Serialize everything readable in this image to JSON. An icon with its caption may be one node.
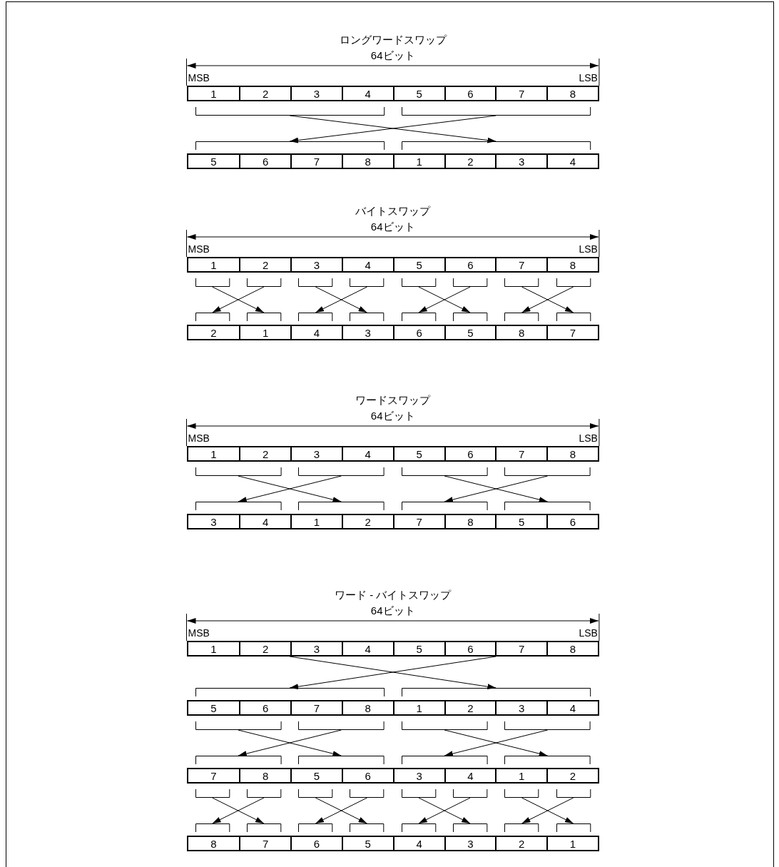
{
  "diagram": {
    "nodes": [
      {
        "text": [],
        "shape": "bar"
      },
      {
        "text": [
          "1"
        ],
        "in": 0
      },
      {
        "text": [
          "2"
        ],
        "in": 0
      },
      {
        "text": [
          "3"
        ],
        "in": 0
      },
      {
        "text": [
          "4"
        ],
        "in": 0
      },
      {
        "text": [
          "5"
        ],
        "in": 0
      },
      {
        "text": [
          "6"
        ],
        "in": 0
      },
      {
        "text": [
          "7"
        ],
        "in": 0
      },
      {
        "text": [
          "8"
        ],
        "in": 0
      },
      {
        "text": [],
        "shape": "bracket"
      },
      {
        "text": [],
        "shape": "bracket"
      },
      {
        "text": [],
        "shape": "bracket"
      },
      {
        "text": [],
        "shape": "bracket"
      },
      {
        "text": [],
        "shape": "bar"
      },
      {
        "text": [
          "5"
        ],
        "in": 13
      },
      {
        "text": [
          "6"
        ],
        "in": 13
      },
      {
        "text": [
          "7"
        ],
        "in": 13
      },
      {
        "text": [
          "8"
        ],
        "in": 13
      },
      {
        "text": [
          "1"
        ],
        "in": 13
      },
      {
        "text": [
          "2"
        ],
        "in": 13
      },
      {
        "text": [
          "3"
        ],
        "in": 13
      },
      {
        "text": [
          "4"
        ],
        "in": 13
      },
      {
        "text": [],
        "shape": "bar"
      },
      {
        "text": [
          "1"
        ],
        "in": 22
      },
      {
        "text": [
          "2"
        ],
        "in": 22
      },
      {
        "text": [
          "3"
        ],
        "in": 22
      },
      {
        "text": [
          "4"
        ],
        "in": 22
      },
      {
        "text": [
          "5"
        ],
        "in": 22
      },
      {
        "text": [
          "6"
        ],
        "in": 22
      },
      {
        "text": [
          "7"
        ],
        "in": 22
      },
      {
        "text": [
          "8"
        ],
        "in": 22
      },
      {
        "text": [],
        "shape": "bracket"
      },
      {
        "text": [],
        "shape": "bracket"
      },
      {
        "text": [],
        "shape": "bracket"
      },
      {
        "text": [],
        "shape": "bracket"
      },
      {
        "text": [],
        "shape": "bracket"
      },
      {
        "text": [],
        "shape": "bracket"
      },
      {
        "text": [],
        "shape": "bracket"
      },
      {
        "text": [],
        "shape": "bracket"
      },
      {
        "text": [],
        "shape": "bracket"
      },
      {
        "text": [],
        "shape": "bracket"
      },
      {
        "text": [],
        "shape": "bracket"
      },
      {
        "text": [],
        "shape": "bracket"
      },
      {
        "text": [],
        "shape": "bracket"
      },
      {
        "text": [],
        "shape": "bracket"
      },
      {
        "text": [],
        "shape": "bracket"
      },
      {
        "text": [],
        "shape": "bracket"
      },
      {
        "text": [],
        "shape": "bar"
      },
      {
        "text": [
          "2"
        ],
        "in": 47
      },
      {
        "text": [
          "1"
        ],
        "in": 47
      },
      {
        "text": [
          "4"
        ],
        "in": 47
      },
      {
        "text": [
          "3"
        ],
        "in": 47
      },
      {
        "text": [
          "6"
        ],
        "in": 47
      },
      {
        "text": [
          "5"
        ],
        "in": 47
      },
      {
        "text": [
          "8"
        ],
        "in": 47
      },
      {
        "text": [
          "7"
        ],
        "in": 47
      },
      {
        "text": [],
        "shape": "bar"
      },
      {
        "text": [
          "1"
        ],
        "in": 56
      },
      {
        "text": [
          "2"
        ],
        "in": 56
      },
      {
        "text": [
          "3"
        ],
        "in": 56
      },
      {
        "text": [
          "4"
        ],
        "in": 56
      },
      {
        "text": [
          "5"
        ],
        "in": 56
      },
      {
        "text": [
          "6"
        ],
        "in": 56
      },
      {
        "text": [
          "7"
        ],
        "in": 56
      },
      {
        "text": [
          "8"
        ],
        "in": 56
      },
      {
        "text": [],
        "shape": "bracket"
      },
      {
        "text": [],
        "shape": "bracket"
      },
      {
        "text": [],
        "shape": "bracket"
      },
      {
        "text": [],
        "shape": "bracket"
      },
      {
        "text": [],
        "shape": "bracket"
      },
      {
        "text": [],
        "shape": "bracket"
      },
      {
        "text": [],
        "shape": "bracket"
      },
      {
        "text": [],
        "shape": "bracket"
      },
      {
        "text": [],
        "shape": "bar"
      },
      {
        "text": [
          "3"
        ],
        "in": 73
      },
      {
        "text": [
          "4"
        ],
        "in": 73
      },
      {
        "text": [
          "1"
        ],
        "in": 73
      },
      {
        "text": [
          "2"
        ],
        "in": 73
      },
      {
        "text": [
          "7"
        ],
        "in": 73
      },
      {
        "text": [
          "8"
        ],
        "in": 73
      },
      {
        "text": [
          "5"
        ],
        "in": 73
      },
      {
        "text": [
          "6"
        ],
        "in": 73
      },
      {
        "text": [],
        "shape": "bar"
      },
      {
        "text": [
          "1"
        ],
        "in": 82
      },
      {
        "text": [
          "2"
        ],
        "in": 82
      },
      {
        "text": [
          "3"
        ],
        "in": 82
      },
      {
        "text": [
          "4"
        ],
        "in": 82
      },
      {
        "text": [
          "5"
        ],
        "in": 82
      },
      {
        "text": [
          "6"
        ],
        "in": 82
      },
      {
        "text": [
          "7"
        ],
        "in": 82
      },
      {
        "text": [
          "8"
        ],
        "in": 82
      },
      {
        "text": [],
        "shape": "bracket"
      },
      {
        "text": [],
        "shape": "bracket"
      },
      {
        "text": [],
        "shape": "bar"
      },
      {
        "text": [
          "5"
        ],
        "in": 93
      },
      {
        "text": [
          "6"
        ],
        "in": 93
      },
      {
        "text": [
          "7"
        ],
        "in": 93
      },
      {
        "text": [
          "8"
        ],
        "in": 93
      },
      {
        "text": [
          "1"
        ],
        "in": 93
      },
      {
        "text": [
          "2"
        ],
        "in": 93
      },
      {
        "text": [
          "3"
        ],
        "in": 93
      },
      {
        "text": [
          "4"
        ],
        "in": 93
      },
      {
        "text": [],
        "shape": "bracket"
      },
      {
        "text": [],
        "shape": "bracket"
      },
      {
        "text": [],
        "shape": "bracket"
      },
      {
        "text": [],
        "shape": "bracket"
      },
      {
        "text": [],
        "shape": "bracket"
      },
      {
        "text": [],
        "shape": "bracket"
      },
      {
        "text": [],
        "shape": "bracket"
      },
      {
        "text": [],
        "shape": "bracket"
      },
      {
        "text": [],
        "shape": "bar"
      },
      {
        "text": [
          "7"
        ],
        "in": 110
      },
      {
        "text": [
          "8"
        ],
        "in": 110
      },
      {
        "text": [
          "5"
        ],
        "in": 110
      },
      {
        "text": [
          "6"
        ],
        "in": 110
      },
      {
        "text": [
          "3"
        ],
        "in": 110
      },
      {
        "text": [
          "4"
        ],
        "in": 110
      },
      {
        "text": [
          "1"
        ],
        "in": 110
      },
      {
        "text": [
          "2"
        ],
        "in": 110
      },
      {
        "text": [],
        "shape": "bracket"
      },
      {
        "text": [],
        "shape": "bracket"
      },
      {
        "text": [],
        "shape": "bracket"
      },
      {
        "text": [],
        "shape": "bracket"
      },
      {
        "text": [],
        "shape": "bracket"
      },
      {
        "text": [],
        "shape": "bracket"
      },
      {
        "text": [],
        "shape": "bracket"
      },
      {
        "text": [],
        "shape": "bracket"
      },
      {
        "text": [],
        "shape": "bracket"
      },
      {
        "text": [],
        "shape": "bracket"
      },
      {
        "text": [],
        "shape": "bracket"
      },
      {
        "text": [],
        "shape": "bracket"
      },
      {
        "text": [],
        "shape": "bracket"
      },
      {
        "text": [],
        "shape": "bracket"
      },
      {
        "text": [],
        "shape": "bracket"
      },
      {
        "text": [],
        "shape": "bracket"
      },
      {
        "text": [],
        "shape": "bar"
      },
      {
        "text": [
          "8"
        ],
        "in": 135
      },
      {
        "text": [
          "7"
        ],
        "in": 135
      },
      {
        "text": [
          "6"
        ],
        "in": 135
      },
      {
        "text": [
          "5"
        ],
        "in": 135
      },
      {
        "text": [
          "4"
        ],
        "in": 135
      },
      {
        "text": [
          "3"
        ],
        "in": 135
      },
      {
        "text": [
          "2"
        ],
        "in": 135
      },
      {
        "text": [
          "1"
        ],
        "in": 135
      }
    ],
    "edges": [
      {
        "from": 9,
        "to": 12,
        "arrow": "to"
      },
      {
        "from": 10,
        "to": 11,
        "arrow": "to"
      },
      {
        "from": 31,
        "to": 40,
        "arrow": "to"
      },
      {
        "from": 32,
        "to": 39,
        "arrow": "to"
      },
      {
        "from": 33,
        "to": 42,
        "arrow": "to"
      },
      {
        "from": 34,
        "to": 41,
        "arrow": "to"
      },
      {
        "from": 35,
        "to": 44,
        "arrow": "to"
      },
      {
        "from": 36,
        "to": 43,
        "arrow": "to"
      },
      {
        "from": 37,
        "to": 46,
        "arrow": "to"
      },
      {
        "from": 38,
        "to": 45,
        "arrow": "to"
      },
      {
        "from": 65,
        "to": 70,
        "arrow": "to"
      },
      {
        "from": 66,
        "to": 69,
        "arrow": "to"
      },
      {
        "from": 67,
        "to": 72,
        "arrow": "to"
      },
      {
        "from": 68,
        "to": 71,
        "arrow": "to"
      },
      {
        "from": 82,
        "to": 92,
        "arrow": "to"
      },
      {
        "from": 82,
        "to": 91,
        "arrow": "to"
      },
      {
        "from": 102,
        "to": 107,
        "arrow": "to"
      },
      {
        "from": 103,
        "to": 106,
        "arrow": "to"
      },
      {
        "from": 104,
        "to": 109,
        "arrow": "to"
      },
      {
        "from": 105,
        "to": 108,
        "arrow": "to"
      },
      {
        "from": 119,
        "to": 128,
        "arrow": "to"
      },
      {
        "from": 120,
        "to": 127,
        "arrow": "to"
      },
      {
        "from": 121,
        "to": 130,
        "arrow": "to"
      },
      {
        "from": 122,
        "to": 129,
        "arrow": "to"
      },
      {
        "from": 123,
        "to": 132,
        "arrow": "to"
      },
      {
        "from": 124,
        "to": 131,
        "arrow": "to"
      },
      {
        "from": 125,
        "to": 134,
        "arrow": "to"
      },
      {
        "from": 126,
        "to": 133,
        "arrow": "to"
      }
    ],
    "labels": [
      "ロングワードスワップ",
      "64ビット",
      "MSB",
      "LSB",
      "バイトスワップ",
      "64ビット",
      "MSB",
      "LSB",
      "ワードスワップ",
      "64ビット",
      "MSB",
      "LSB",
      "ワード - バイトスワップ",
      "64ビット",
      "MSB",
      "LSB"
    ]
  }
}
